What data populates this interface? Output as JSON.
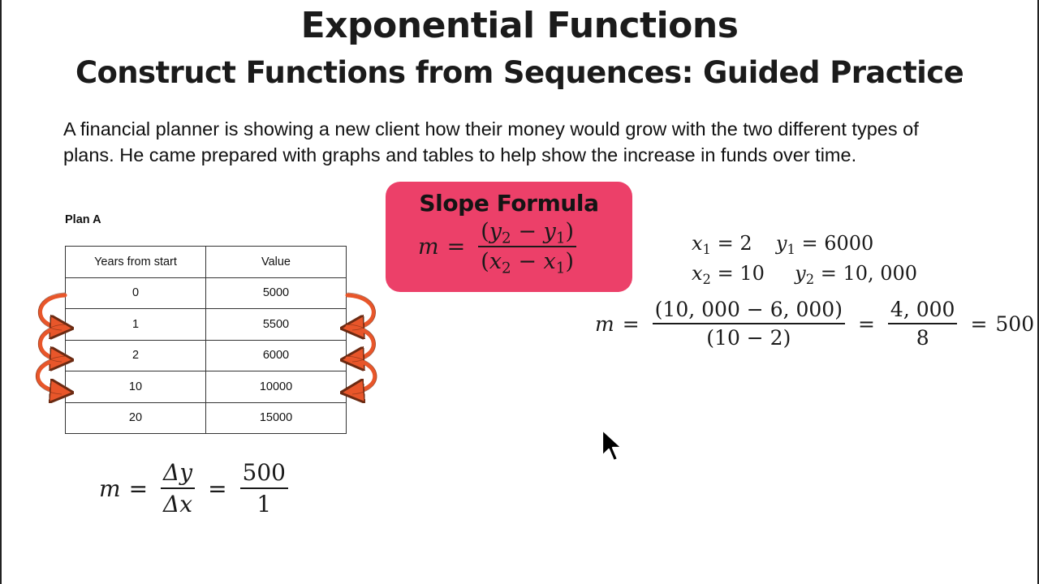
{
  "slide": {
    "title": "Exponential Functions",
    "subtitle": "Construct Functions from Sequences: Guided Practice",
    "problem_text": "A financial planner is showing a new client how their money would grow with the two different types of plans. He came prepared with graphs and tables to help show the increase in funds over time."
  },
  "plan_a": {
    "label": "Plan A",
    "columns": [
      "Years from start",
      "Value"
    ],
    "rows": [
      [
        "0",
        "5000"
      ],
      [
        "1",
        "5500"
      ],
      [
        "2",
        "6000"
      ],
      [
        "10",
        "10000"
      ],
      [
        "20",
        "15000"
      ]
    ],
    "arrow_color": "#e8562a"
  },
  "slope_formula": {
    "title": "Slope Formula",
    "lhs": "m",
    "equals": "=",
    "numerator": {
      "open": "(",
      "a": "y",
      "a_sub": "2",
      "minus": "−",
      "b": "y",
      "b_sub": "1",
      "close": ")"
    },
    "denominator": {
      "open": "(",
      "a": "x",
      "a_sub": "2",
      "minus": "−",
      "b": "x",
      "b_sub": "1",
      "close": ")"
    },
    "box_color": "#ec4069"
  },
  "points": {
    "line1": {
      "x_var": "x",
      "x_sub": "1",
      "x_val": "= 2",
      "y_var": "y",
      "y_sub": "1",
      "y_val": "= 6000"
    },
    "line2": {
      "x_var": "x",
      "x_sub": "2",
      "x_val": "= 10",
      "y_var": "y",
      "y_sub": "2",
      "y_val": "= 10, 000"
    }
  },
  "slope_calc": {
    "lhs": "m",
    "eq1": "=",
    "frac1_num": "(10, 000 − 6, 000)",
    "frac1_den": "(10 − 2)",
    "eq2": "=",
    "frac2_num": "4, 000",
    "frac2_den": "8",
    "eq3": "=",
    "result": "500"
  },
  "rate_of_change": {
    "lhs": "m",
    "eq1": "=",
    "num": "Δy",
    "den": "Δx",
    "eq2": "=",
    "num2": "500",
    "den2": "1"
  }
}
